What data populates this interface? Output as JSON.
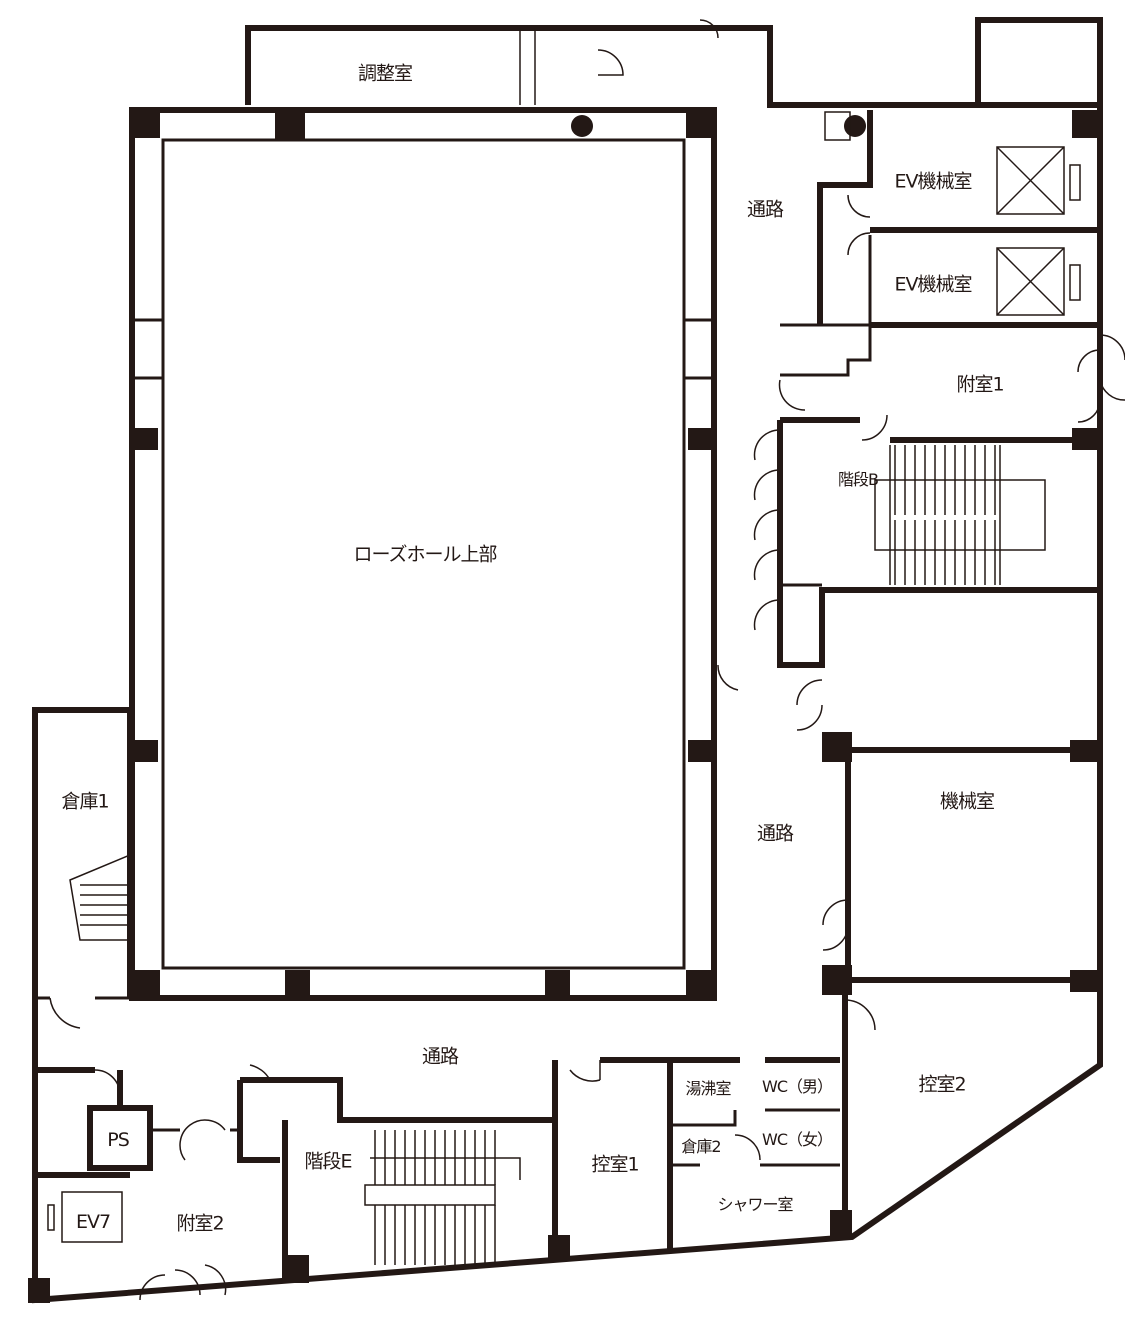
{
  "rooms": {
    "control_room": "調整室",
    "passage_top": "通路",
    "ev_machine_1": "EV機械室",
    "ev_machine_2": "EV機械室",
    "annex_1": "附室1",
    "stair_b": "階段B",
    "hall_upper": "ローズホール上部",
    "storage_1": "倉庫1",
    "passage_mid": "通路",
    "machine_room": "機械室",
    "passage_bottom": "通路",
    "kitchenette": "湯沸室",
    "wc_men": "WC（男）",
    "wc_women": "WC（女）",
    "storage_2": "倉庫2",
    "waiting_2": "控室2",
    "waiting_1": "控室1",
    "shower": "シャワー室",
    "stair_e": "階段E",
    "ps": "PS",
    "ev7": "EV7",
    "annex_2": "附室2"
  }
}
